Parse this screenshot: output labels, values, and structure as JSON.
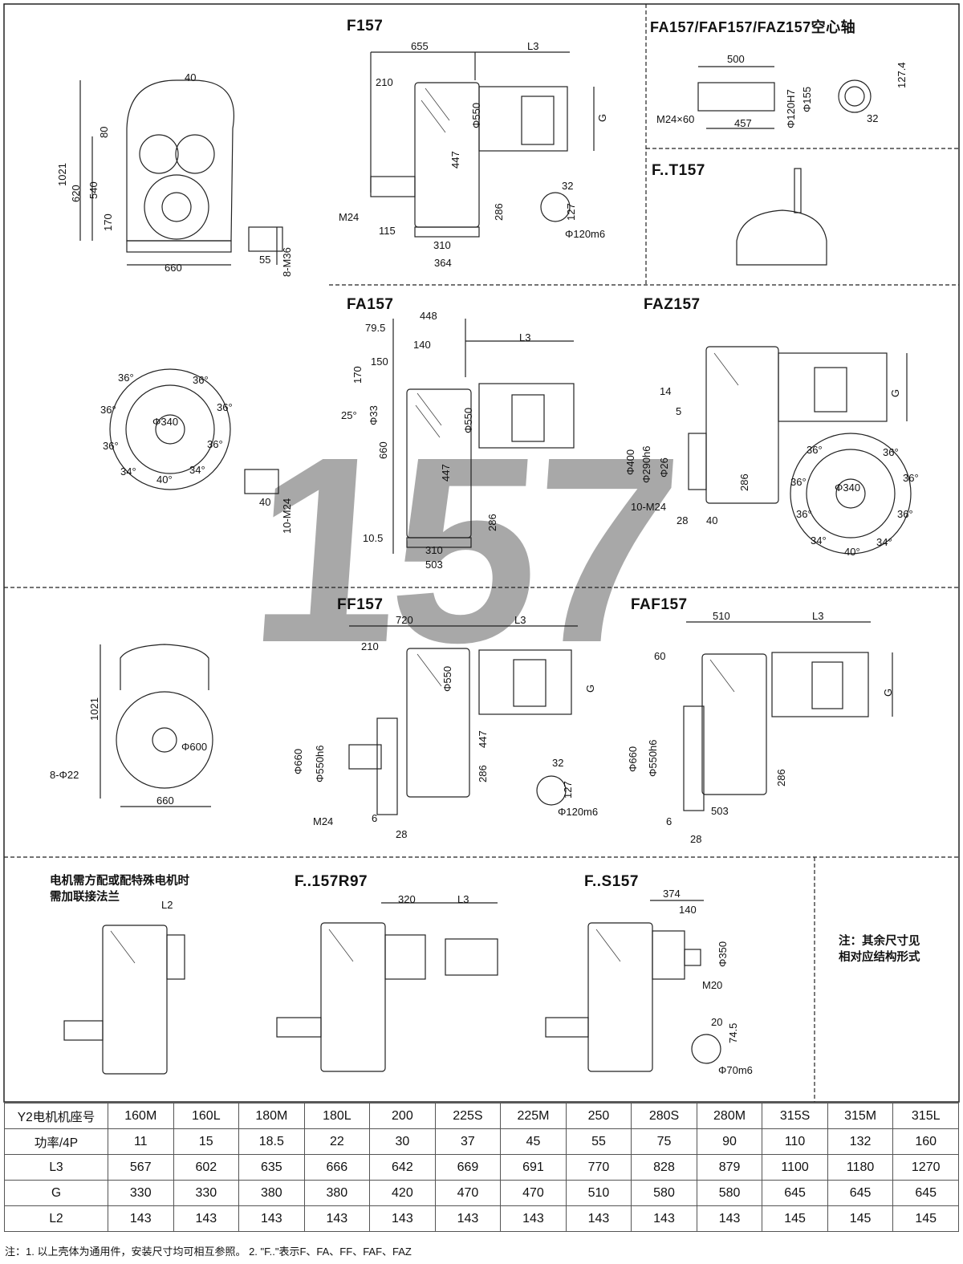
{
  "titles": {
    "f": "F157",
    "fa_hollow": "FA157/FAF157/FAZ157空心轴",
    "ft": "F..T157",
    "fa": "FA157",
    "faz": "FAZ157",
    "ff": "FF157",
    "faf": "FAF157",
    "fr": "F..157R97",
    "fs": "F..S157"
  },
  "watermark": "157",
  "notes": {
    "motor_flange": "电机需方配或配特殊电机时\n需加联接法兰",
    "other_dims": "注：其余尺寸见\n相对应结构形式"
  },
  "dims": {
    "front_left": [
      "40",
      "80",
      "1021",
      "620",
      "540",
      "170",
      "660",
      "55",
      "8-M36"
    ],
    "f157": [
      "655",
      "L3",
      "210",
      "Φ550",
      "G",
      "447",
      "M24",
      "286",
      "115",
      "310",
      "364",
      "32",
      "127",
      "Φ120m6"
    ],
    "hollow": [
      "500",
      "127.4",
      "M24×60",
      "457",
      "Φ120H7",
      "Φ155",
      "32"
    ],
    "flange_left": [
      "36°",
      "36°",
      "36°",
      "Φ340",
      "36°",
      "36°",
      "36°",
      "34°",
      "40°",
      "34°",
      "40",
      "10-M24"
    ],
    "fa157": [
      "79.5",
      "448",
      "140",
      "L3",
      "150",
      "170",
      "Φ33",
      "25°",
      "Φ550",
      "660",
      "447",
      "286",
      "10.5",
      "310",
      "503"
    ],
    "faz157": [
      "14",
      "5",
      "G",
      "Φ400",
      "Φ290h6",
      "Φ26",
      "10-M24",
      "286",
      "28",
      "40"
    ],
    "flange_right": [
      "36°",
      "36°",
      "36°",
      "Φ340",
      "36°",
      "36°",
      "36°",
      "34°",
      "40°",
      "34°"
    ],
    "ff_front": [
      "1021",
      "Φ600",
      "8-Φ22",
      "660"
    ],
    "ff157": [
      "720",
      "L3",
      "210",
      "Φ550",
      "G",
      "Φ660",
      "Φ550h6",
      "447",
      "286",
      "M24",
      "6",
      "28",
      "32",
      "127",
      "Φ120m6"
    ],
    "faf157": [
      "510",
      "L3",
      "60",
      "G",
      "Φ660",
      "Φ550h6",
      "286",
      "503",
      "6",
      "28"
    ],
    "motor_flange": [
      "L2"
    ],
    "fr": [
      "320",
      "L3"
    ],
    "fs": [
      "374",
      "140",
      "Φ350",
      "M20",
      "20",
      "74.5",
      "Φ70m6"
    ]
  },
  "table": {
    "rows": [
      {
        "label": "Y2电机机座号",
        "cells": [
          "160M",
          "160L",
          "180M",
          "180L",
          "200",
          "225S",
          "225M",
          "250",
          "280S",
          "280M",
          "315S",
          "315M",
          "315L"
        ]
      },
      {
        "label": "功率/4P",
        "cells": [
          "11",
          "15",
          "18.5",
          "22",
          "30",
          "37",
          "45",
          "55",
          "75",
          "90",
          "110",
          "132",
          "160"
        ]
      },
      {
        "label": "L3",
        "cells": [
          "567",
          "602",
          "635",
          "666",
          "642",
          "669",
          "691",
          "770",
          "828",
          "879",
          "1100",
          "1180",
          "1270"
        ]
      },
      {
        "label": "G",
        "cells": [
          "330",
          "330",
          "380",
          "380",
          "420",
          "470",
          "470",
          "510",
          "580",
          "580",
          "645",
          "645",
          "645"
        ]
      },
      {
        "label": "L2",
        "cells": [
          "143",
          "143",
          "143",
          "143",
          "143",
          "143",
          "143",
          "143",
          "143",
          "143",
          "145",
          "145",
          "145"
        ]
      }
    ]
  },
  "footnote": "注：1. 以上壳体为通用件，安装尺寸均可相互参照。   2. \"F..\"表示F、FA、FF、FAF、FAZ"
}
